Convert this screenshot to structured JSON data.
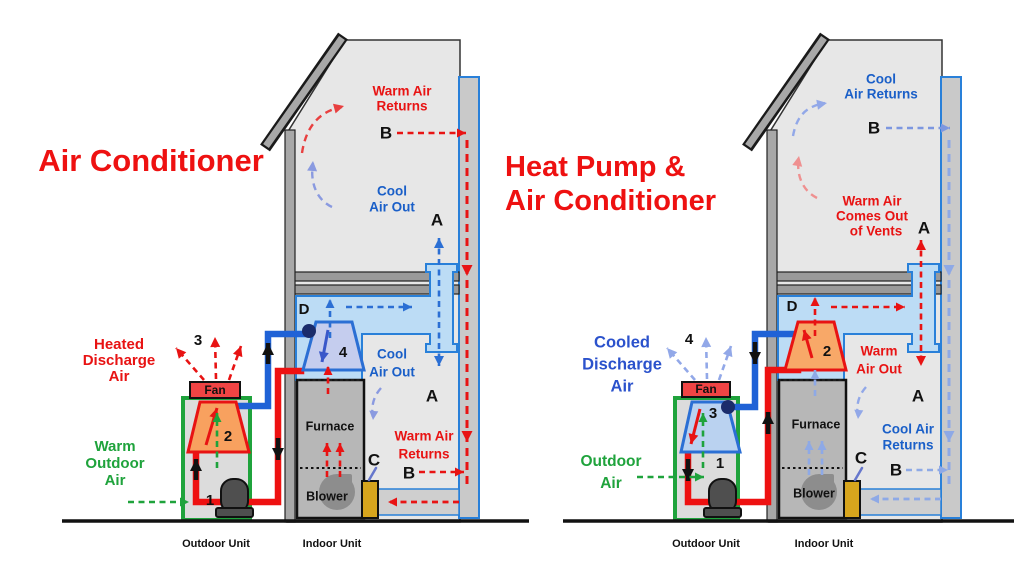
{
  "titles": {
    "left": "Air Conditioner",
    "right_line1": "Heat Pump &",
    "right_line2": "Air Conditioner",
    "color": "#ee1111"
  },
  "colors": {
    "red": "#e81313",
    "blue_dark": "#1a5fc8",
    "blue_mid": "#2b6fd4",
    "periwinkle": "#8ea9e6",
    "green": "#1fa33c",
    "navy": "#1b2c6b",
    "supply_duct_fill": "#bcdcf5",
    "supply_duct_stroke": "#2980d9",
    "house_fill": "#e7e7e7",
    "wall_gray": "#a8a8a8",
    "return_duct_gray": "#c9c9c9",
    "cabinet_gray": "#b7b7b7",
    "filter_gold": "#d7a51d",
    "fan_red": "#ef4444",
    "unit_fill": "#dcdcdc",
    "compressor_gray": "#4f4f4f",
    "pipe_red": "#ee1111",
    "pipe_blue": "#1f62d6"
  },
  "diagrams": [
    {
      "name": "air-conditioner",
      "labels": {
        "attic_return": [
          "Warm Air",
          "Returns"
        ],
        "attic_b": "B",
        "attic_supply": [
          "Cool",
          "Air Out"
        ],
        "attic_a": "A",
        "d": "D",
        "indoor_coil_num": "4",
        "basement_supply": [
          "Cool",
          "Air Out"
        ],
        "basement_a": "A",
        "basement_return": [
          "Warm Air",
          "Returns"
        ],
        "c": "C",
        "basement_b": "B",
        "furnace": "Furnace",
        "blower": "Blower",
        "fan": "Fan",
        "discharge_num": "3",
        "discharge": [
          "Heated",
          "Discharge",
          "Air"
        ],
        "outdoor_air": [
          "Warm",
          "Outdoor",
          "Air"
        ],
        "compressor_num": "1",
        "outdoor_coil_num": "2",
        "captions": {
          "outdoor": "Outdoor Unit",
          "indoor": "Indoor Unit"
        }
      },
      "scheme": {
        "return_text": "#e81313",
        "supply_text": "#1a5fc8",
        "discharge_text": "#e81313",
        "green": "#1fa33c",
        "supply_arrow": "#2b6fd4",
        "feed_arrow": "#e81313",
        "furnace_arrow": "#e81313",
        "duct_dash": "#e81313",
        "branch_dash": "#2b6fd4",
        "discharge_dash": "#e81313",
        "b_arrow_attic": "#e81313",
        "b_arrow_basement": "#e81313",
        "curve_upper": "#e84040",
        "curve_lower": "#8a9ae0",
        "basement_curve": "#8a9ae0",
        "indoor_coil_fill": "#c5cdee",
        "indoor_coil_stroke": "#2b6fd4",
        "indoor_coil_arrow": "#3a57c9",
        "outdoor_coil_fill": "#f8a15f",
        "outdoor_coil_stroke": "#e81313",
        "outdoor_coil_arrow": "#e81313"
      }
    },
    {
      "name": "heat-pump-and-air-conditioner",
      "labels": {
        "attic_return": [
          "Cool",
          "Air Returns"
        ],
        "attic_b": "B",
        "attic_supply": [
          "Warm Air",
          "Comes Out",
          "of Vents"
        ],
        "attic_a": "A",
        "d": "D",
        "indoor_coil_num": "2",
        "basement_supply": [
          "Warm",
          "Air Out"
        ],
        "basement_a": "A",
        "basement_return": [
          "Cool Air",
          "Returns"
        ],
        "c": "C",
        "basement_b": "B",
        "furnace": "Furnace",
        "blower": "Blower",
        "fan": "Fan",
        "discharge_num": "4",
        "discharge": [
          "Cooled",
          "Discharge",
          "Air"
        ],
        "outdoor_air": [
          "Outdoor",
          "Air"
        ],
        "compressor_num": "1",
        "outdoor_coil_num": "3",
        "captions": {
          "outdoor": "Outdoor Unit",
          "indoor": "Indoor Unit"
        }
      },
      "scheme": {
        "return_text": "#1a5fc8",
        "supply_text": "#e81313",
        "discharge_text": "#2b52cc",
        "green": "#1fa33c",
        "supply_arrow": "#e81313",
        "feed_arrow": "#8ea9e6",
        "furnace_arrow": "#8ea9e6",
        "duct_dash": "#8ea9e6",
        "branch_dash": "#e81313",
        "discharge_dash": "#92a8e8",
        "b_arrow_attic": "#7d97e0",
        "b_arrow_basement": "#8ea9e6",
        "curve_upper": "#92a8e8",
        "curve_lower": "#ef9090",
        "basement_curve": "#92a8e8",
        "indoor_coil_fill": "#f8a868",
        "indoor_coil_stroke": "#e81313",
        "indoor_coil_arrow": "#e81313",
        "outdoor_coil_fill": "#bad2f0",
        "outdoor_coil_stroke": "#2b6fd4",
        "outdoor_coil_arrow": "#e81313"
      }
    }
  ]
}
